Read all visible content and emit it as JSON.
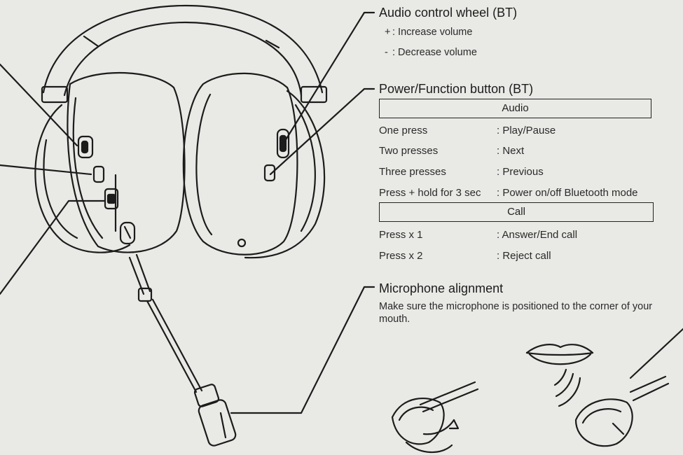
{
  "sections": {
    "wheel": {
      "title": "Audio control wheel (BT)",
      "items": [
        {
          "key": "+",
          "desc": ": Increase volume"
        },
        {
          "key": "-",
          "desc": ": Decrease volume"
        }
      ]
    },
    "power": {
      "title": "Power/Function button (BT)",
      "audio_header": "Audio",
      "audio_rows": [
        {
          "action": "One press",
          "result": ": Play/Pause"
        },
        {
          "action": "Two presses",
          "result": ": Next"
        },
        {
          "action": "Three presses",
          "result": ": Previous"
        },
        {
          "action": "Press + hold for 3 sec",
          "result": ": Power on/off Bluetooth mode"
        }
      ],
      "call_header": "Call",
      "call_rows": [
        {
          "action": "Press x 1",
          "result": ": Answer/End call"
        },
        {
          "action": "Press x 2",
          "result": ": Reject call"
        }
      ]
    },
    "mic": {
      "title": "Microphone alignment",
      "description": "Make sure the microphone is positioned to the corner of your mouth."
    }
  },
  "colors": {
    "background": "#e9e9e6",
    "line": "#1c1c1c",
    "text": "#2a2a2a"
  }
}
